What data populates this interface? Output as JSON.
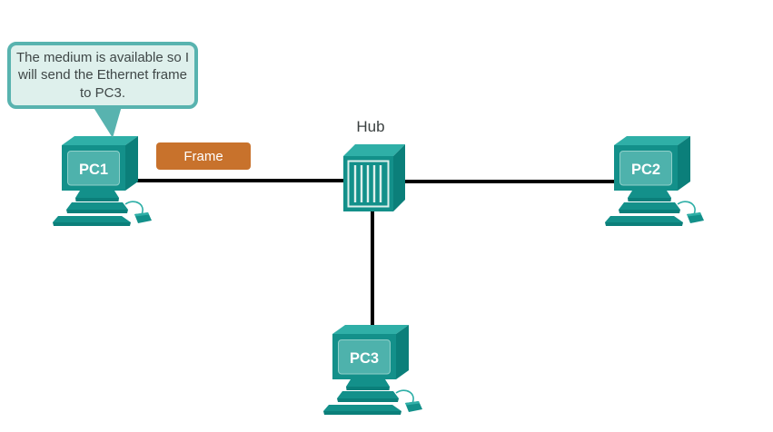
{
  "callout": {
    "text": "The medium is available so I will send the Ethernet frame to PC3."
  },
  "frame_label": "Frame",
  "hub": {
    "label": "Hub"
  },
  "nodes": [
    {
      "id": "pc1",
      "label": "PC1"
    },
    {
      "id": "pc2",
      "label": "PC2"
    },
    {
      "id": "pc3",
      "label": "PC3"
    }
  ],
  "links": [
    {
      "from": "PC1",
      "to": "Hub"
    },
    {
      "from": "Hub",
      "to": "PC2"
    },
    {
      "from": "Hub",
      "to": "PC3"
    }
  ],
  "colors": {
    "device_teal": "#13908a",
    "device_teal_light": "#2fafa7",
    "device_teal_dark": "#0b7f7a",
    "screen_teal": "#4eb2ac",
    "frame_orange": "#c8722c",
    "callout_background": "#def0ec",
    "callout_border": "#58b3af",
    "link_color": "#000000",
    "label_text": "#3a4040"
  }
}
